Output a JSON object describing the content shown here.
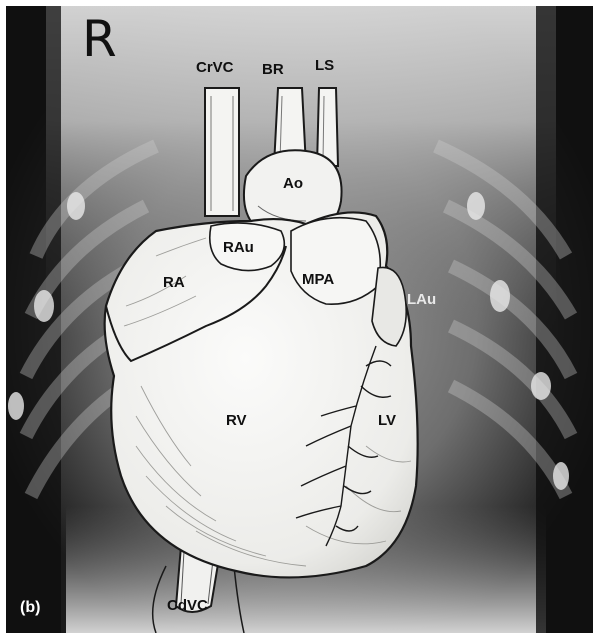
{
  "figure": {
    "orientation_marker": "R",
    "panel_label": "(b)"
  },
  "labels": {
    "crvc": "CrVC",
    "br": "BR",
    "ls": "LS",
    "ao": "Ao",
    "rau": "RAu",
    "ra": "RA",
    "mpa": "MPA",
    "lau": "LAu",
    "rv": "RV",
    "lv": "LV",
    "cdvc": "CdVC"
  },
  "colors": {
    "radiograph_dark": "#111111",
    "radiograph_light": "#d8d8d8",
    "heart_fill": "#f4f4f2",
    "outline": "#1a1a1a"
  }
}
